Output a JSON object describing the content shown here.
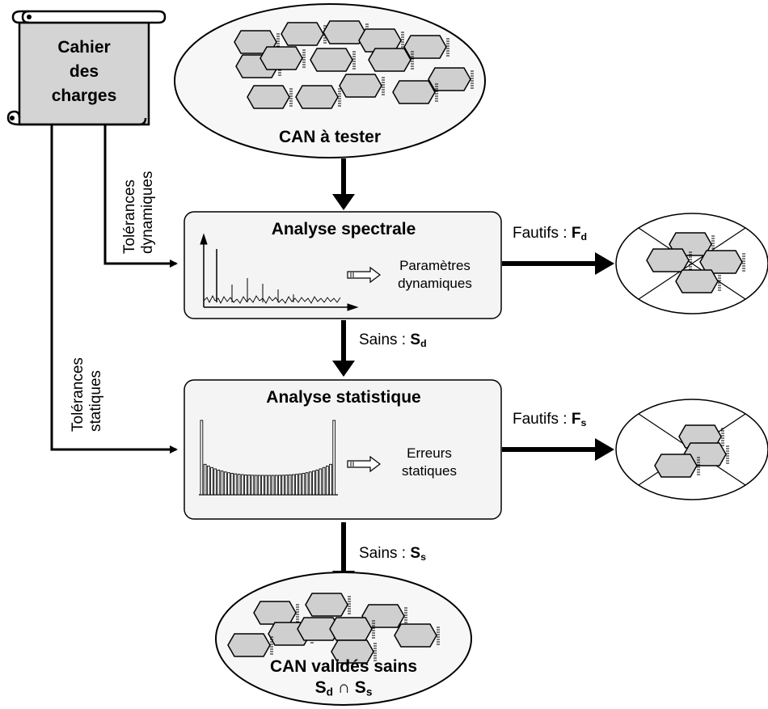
{
  "spec": {
    "title": "Cahier des charges",
    "lines": [
      "Cahier",
      "des",
      "charges"
    ]
  },
  "population": {
    "label": "CAN à tester"
  },
  "dyn_tolerances": {
    "line1": "Tolérances",
    "line2": "dynamiques"
  },
  "stat_tolerances": {
    "line1": "Tolérances",
    "line2": "statiques"
  },
  "spectral": {
    "title": "Analyse spectrale",
    "output_line1": "Paramètres",
    "output_line2": "dynamiques",
    "faulty_label": "Fautifs : ",
    "faulty_symbol": "F",
    "faulty_sub": "d"
  },
  "statistical": {
    "title": "Analyse statistique",
    "output_line1": "Erreurs",
    "output_line2": "statiques",
    "faulty_label": "Fautifs : ",
    "faulty_symbol": "F",
    "faulty_sub": "s"
  },
  "healthy_d": {
    "label": "Sains : ",
    "symbol": "S",
    "sub": "d"
  },
  "healthy_s": {
    "label": "Sains : ",
    "symbol": "S",
    "sub": "s"
  },
  "validated": {
    "line1": "CAN validés sains",
    "sym1": "S",
    "sub1": "d",
    "op": "∩",
    "sym2": "S",
    "sub2": "s"
  },
  "colors": {
    "chip_fill": "#cfcfcf",
    "box_fill": "#f4f4f4",
    "scroll_fill": "#d4d4d4",
    "ink": "#000000"
  },
  "icons": [
    "scroll-icon",
    "adc-chip-icon",
    "spectrum-plot-icon",
    "histogram-plot-icon",
    "hollow-arrow-icon",
    "rejected-cross-icon"
  ]
}
